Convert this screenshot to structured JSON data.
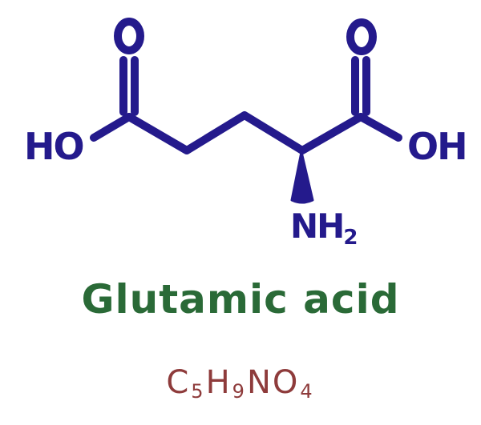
{
  "diagram": {
    "type": "skeletal-formula",
    "molecule": "Glutamic acid",
    "colors": {
      "structure": "#241a8c",
      "name": "#2a6a37",
      "formula": "#8e3b3b",
      "background": "#ffffff"
    },
    "atoms": {
      "left_carbonyl_oxygen": "O",
      "right_carbonyl_oxygen": "O",
      "left_hydroxyl": "HO",
      "right_hydroxyl": "OH",
      "amine": {
        "main": "NH",
        "subscript": "2"
      }
    },
    "bonds": [
      {
        "from": "C1",
        "to": "O1",
        "type": "double",
        "label": "carbonyl"
      },
      {
        "from": "C1",
        "to": "OH-left",
        "type": "single"
      },
      {
        "from": "C1",
        "to": "C2",
        "type": "single"
      },
      {
        "from": "C2",
        "to": "C3",
        "type": "single"
      },
      {
        "from": "C3",
        "to": "C4",
        "type": "single"
      },
      {
        "from": "C4",
        "to": "C5",
        "type": "single"
      },
      {
        "from": "C5",
        "to": "O2",
        "type": "double",
        "label": "carbonyl"
      },
      {
        "from": "C5",
        "to": "OH-right",
        "type": "single"
      },
      {
        "from": "C4",
        "to": "NH2",
        "type": "wedge",
        "label": "stereo"
      }
    ]
  },
  "name": "Glutamic acid",
  "formula": {
    "parts": [
      {
        "el": "C",
        "n": "5"
      },
      {
        "el": "H",
        "n": "9"
      },
      {
        "el": "N",
        "n": ""
      },
      {
        "el": "O",
        "n": "4"
      }
    ],
    "text": "C5H9NO4"
  }
}
